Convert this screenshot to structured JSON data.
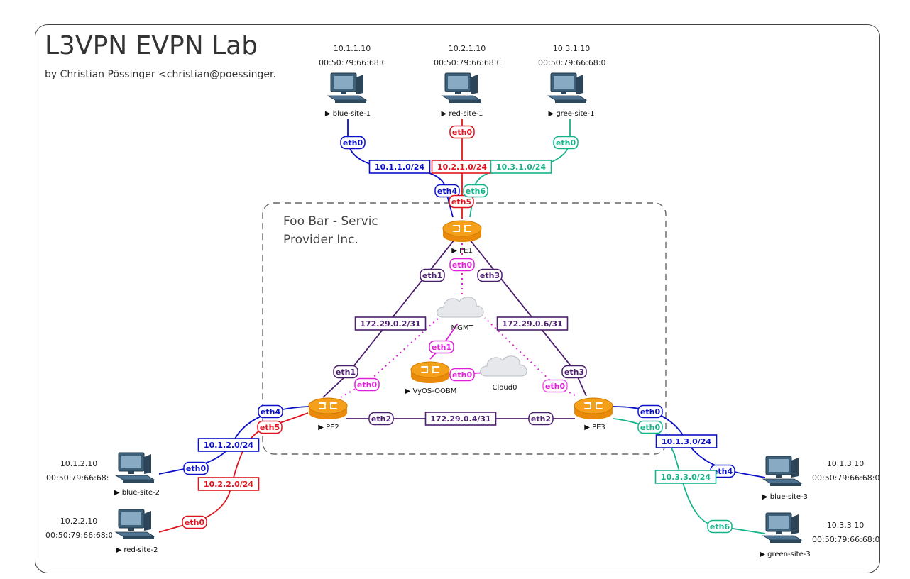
{
  "title": "L3VPN EVPN Lab",
  "subtitle": "by Christian Pössinger <christian@poessinger.",
  "provider": {
    "line1": "Foo Bar - Servic",
    "line2": "Provider Inc."
  },
  "colors": {
    "blue": "#0a10c8",
    "red": "#e0141e",
    "green": "#16b38a",
    "purple": "#4b1e6e",
    "magenta": "#e020d8",
    "router": "#f5a01a"
  },
  "nodes": [
    {
      "id": "blue-site-1",
      "type": "pc",
      "label": "blue-site-1",
      "ip": "10.1.1.10",
      "mac": "00:50:79:66:68:0"
    },
    {
      "id": "red-site-1",
      "type": "pc",
      "label": "red-site-1",
      "ip": "10.2.1.10",
      "mac": "00:50:79:66:68:0"
    },
    {
      "id": "gree-site-1",
      "type": "pc",
      "label": "gree-site-1",
      "ip": "10.3.1.10",
      "mac": "00:50:79:66:68:0"
    },
    {
      "id": "blue-site-2",
      "type": "pc",
      "label": "blue-site-2",
      "ip": "10.1.2.10",
      "mac": "00:50:79:66:68:"
    },
    {
      "id": "red-site-2",
      "type": "pc",
      "label": "red-site-2",
      "ip": "10.2.2.10",
      "mac": "00:50:79:66:68:0"
    },
    {
      "id": "blue-site-3",
      "type": "pc",
      "label": "blue-site-3",
      "ip": "10.1.3.10",
      "mac": "00:50:79:66:68:0"
    },
    {
      "id": "green-site-3",
      "type": "pc",
      "label": "green-site-3",
      "ip": "10.3.3.10",
      "mac": "00:50:79:66:68:0"
    },
    {
      "id": "PE1",
      "type": "router",
      "label": "PE1"
    },
    {
      "id": "PE2",
      "type": "router",
      "label": "PE2"
    },
    {
      "id": "PE3",
      "type": "router",
      "label": "PE3"
    },
    {
      "id": "VyOS-OOBM",
      "type": "router",
      "label": "VyOS-OOBM"
    },
    {
      "id": "MGMT",
      "type": "cloud",
      "label": "MGMT"
    },
    {
      "id": "Cloud0",
      "type": "cloud",
      "label": "Cloud0"
    }
  ],
  "links": [
    {
      "from": "blue-site-1",
      "from_if": "eth0",
      "to": "PE1",
      "to_if": "eth4",
      "subnet": "10.1.1.0/24",
      "color": "blue"
    },
    {
      "from": "red-site-1",
      "from_if": "eth0",
      "to": "PE1",
      "to_if": "eth5",
      "subnet": "10.2.1.0/24",
      "color": "red"
    },
    {
      "from": "gree-site-1",
      "from_if": "eth0",
      "to": "PE1",
      "to_if": "eth6",
      "subnet": "10.3.1.0/24",
      "color": "green"
    },
    {
      "from": "PE1",
      "from_if": "eth1",
      "to": "PE2",
      "to_if": "eth1",
      "subnet": "172.29.0.2/31",
      "color": "purple"
    },
    {
      "from": "PE1",
      "from_if": "eth3",
      "to": "PE3",
      "to_if": "eth3",
      "subnet": "172.29.0.6/31",
      "color": "purple"
    },
    {
      "from": "PE2",
      "from_if": "eth2",
      "to": "PE3",
      "to_if": "eth2",
      "subnet": "172.29.0.4/31",
      "color": "purple"
    },
    {
      "from": "blue-site-2",
      "from_if": "eth0",
      "to": "PE2",
      "to_if": "eth4",
      "subnet": "10.1.2.0/24",
      "color": "blue"
    },
    {
      "from": "red-site-2",
      "from_if": "eth0",
      "to": "PE2",
      "to_if": "eth5",
      "subnet": "10.2.2.0/24",
      "color": "red"
    },
    {
      "from": "blue-site-3",
      "from_if": "eth0",
      "to": "PE3",
      "to_if": "eth4",
      "subnet": "10.1.3.0/24",
      "color": "blue"
    },
    {
      "from": "green-site-3",
      "from_if": "eth0",
      "to": "PE3",
      "to_if": "eth6",
      "subnet": "10.3.3.0/24",
      "color": "green"
    },
    {
      "from": "VyOS-OOBM",
      "from_if": "eth1",
      "to": "MGMT",
      "color": "magenta"
    },
    {
      "from": "VyOS-OOBM",
      "from_if": "eth0",
      "to": "Cloud0",
      "color": "magenta"
    },
    {
      "from": "PE1",
      "from_if": "eth0",
      "to": "MGMT",
      "color": "magenta",
      "dotted": true
    },
    {
      "from": "PE2",
      "from_if": "eth0",
      "to": "MGMT",
      "color": "magenta",
      "dotted": true
    },
    {
      "from": "PE3",
      "from_if": "eth0",
      "to": "MGMT",
      "color": "magenta",
      "dotted": true
    }
  ]
}
